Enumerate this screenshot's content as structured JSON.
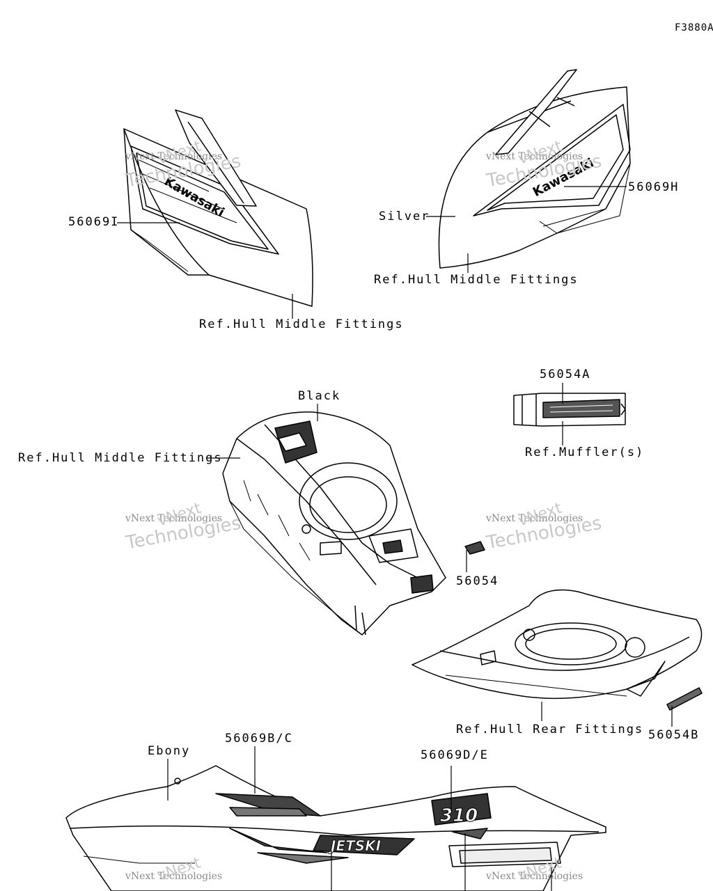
{
  "diagram_id": "F3880A",
  "labels": {
    "p_56069I": "56069I",
    "p_56069H": "56069H",
    "silver": "Silver",
    "ref_hull_middle_1": "Ref.Hull Middle Fittings",
    "ref_hull_middle_2": "Ref.Hull Middle Fittings",
    "ref_hull_middle_3": "Ref.Hull Middle Fittings",
    "p_56054A": "56054A",
    "ref_muffler": "Ref.Muffler(s)",
    "black": "Black",
    "p_56054": "56054",
    "ref_hull_rear": "Ref.Hull Rear Fittings",
    "p_56054B": "56054B",
    "ebony": "Ebony",
    "p_56069BC": "56069B/C",
    "p_56069DE": "56069D/E"
  },
  "decal_text": {
    "kawasaki": "Kawasaki",
    "jetski": "JETSKI",
    "model": "310"
  },
  "watermark": {
    "line1": "vNext",
    "line2": "vNext Technologies",
    "line3": "Technologies"
  }
}
